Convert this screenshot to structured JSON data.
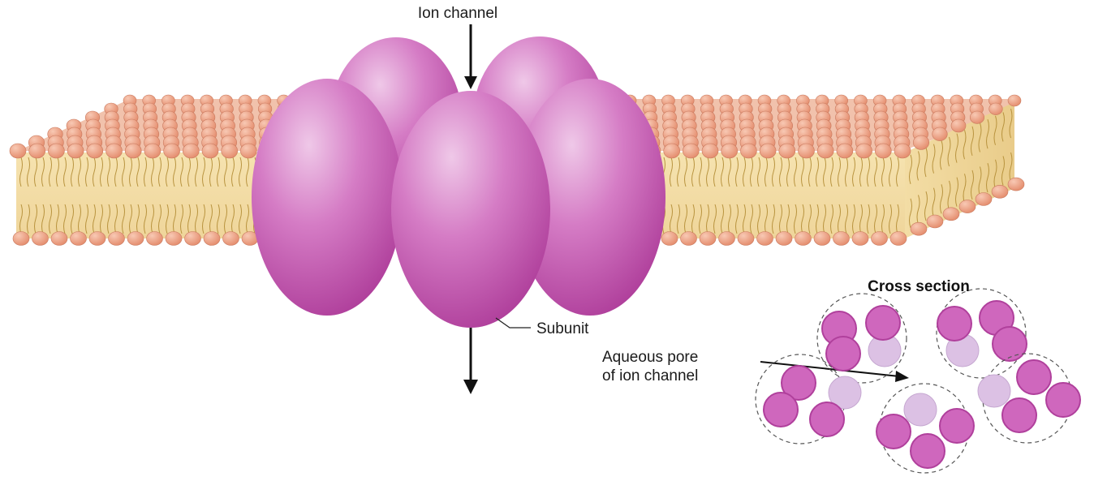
{
  "labels": {
    "ion_channel": "Ion channel",
    "subunit": "Subunit",
    "cross_section_title": "Cross section",
    "pore_line1": "Aqueous pore",
    "pore_line2": "of ion channel"
  },
  "colors": {
    "background": "#ffffff",
    "lipid_head": "#eea487",
    "lipid_head_edge": "#c97a5f",
    "lipid_tail_fill": "#f3dca0",
    "lipid_tail_line": "#b8933e",
    "subunit_light": "#e6a8dc",
    "subunit_mid": "#cf67bd",
    "subunit_dark": "#b0409c",
    "pore_fill": "#dcc1e4",
    "arrow": "#111111"
  }
}
